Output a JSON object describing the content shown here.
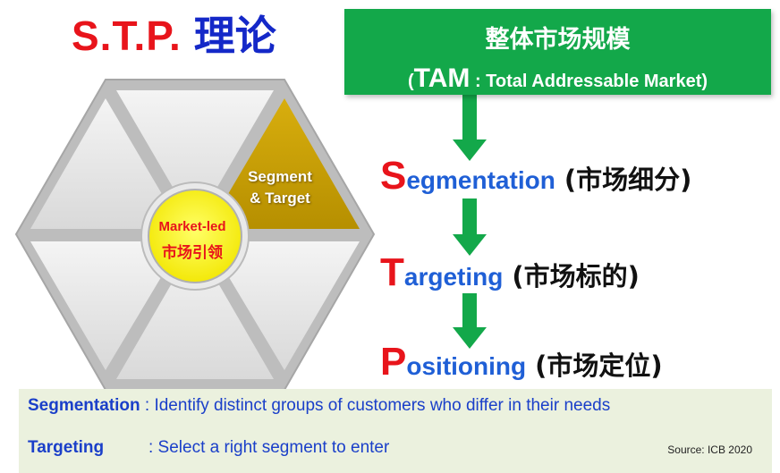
{
  "title": {
    "stp": "S.T.P.",
    "cn": "理论"
  },
  "tam": {
    "line1": "整体市场规模",
    "line2_open": "(",
    "line2_tam": "TAM",
    "line2_rest": " : Total Addressable Market)"
  },
  "steps": [
    {
      "initial": "S",
      "rest": "egmentation",
      "cn": "(市场细分)"
    },
    {
      "initial": "T",
      "rest": "argeting",
      "cn": "(市场标的)"
    },
    {
      "initial": "P",
      "rest": "ositioning",
      "cn": "(市场定位)"
    }
  ],
  "hexagon": {
    "center_line1": "Market-led",
    "center_line2": "市场引领",
    "highlight_line1": "Segment",
    "highlight_line2": "& Target"
  },
  "definitions": {
    "seg_term": "Segmentation",
    "seg_text": " : Identify distinct groups of customers who differ in their needs",
    "tgt_term": "Targeting",
    "tgt_text": ": Select a right segment to enter",
    "source": "Source: ICB 2020"
  },
  "colors": {
    "green": "#13a84a",
    "red": "#e8141b",
    "blue": "#1f5fd6",
    "gold": "#c9a006",
    "def_bg": "#ebf1de"
  }
}
